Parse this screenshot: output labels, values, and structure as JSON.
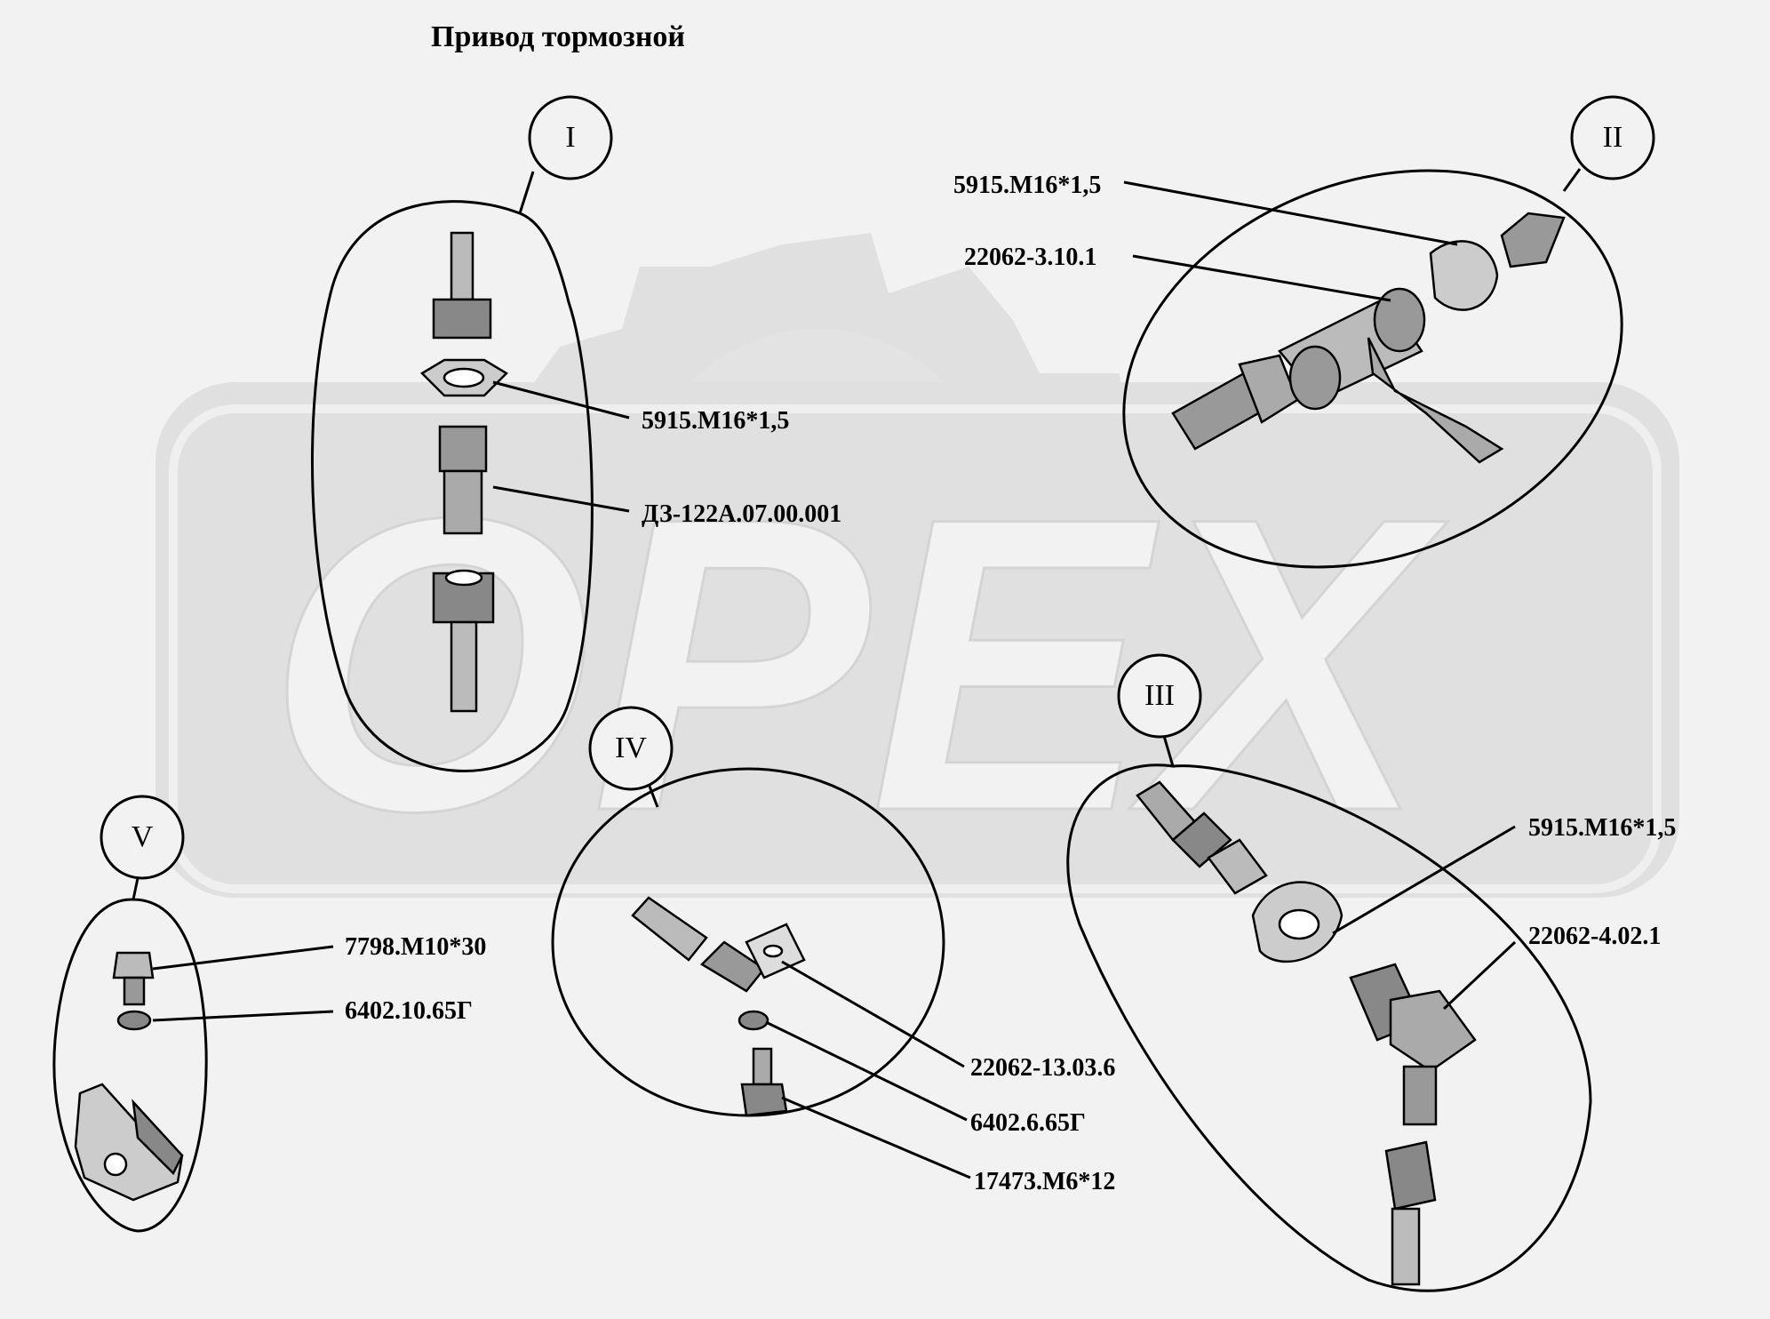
{
  "title": "Привод тормозной",
  "watermark": {
    "text": "OPEX",
    "color": "#e0e0e0"
  },
  "groups": {
    "I": {
      "numeral": "I",
      "labels": [
        "5915.М16*1,5",
        "ДЗ-122А.07.00.001"
      ]
    },
    "II": {
      "numeral": "II",
      "labels": [
        "5915.М16*1,5",
        "22062-3.10.1"
      ]
    },
    "III": {
      "numeral": "III",
      "labels": [
        "5915.М16*1,5",
        "22062-4.02.1"
      ]
    },
    "IV": {
      "numeral": "IV",
      "labels": [
        "22062-13.03.6",
        "6402.6.65Г",
        "17473.М6*12"
      ]
    },
    "V": {
      "numeral": "V",
      "labels": [
        "7798.М10*30",
        "6402.10.65Г"
      ]
    }
  }
}
